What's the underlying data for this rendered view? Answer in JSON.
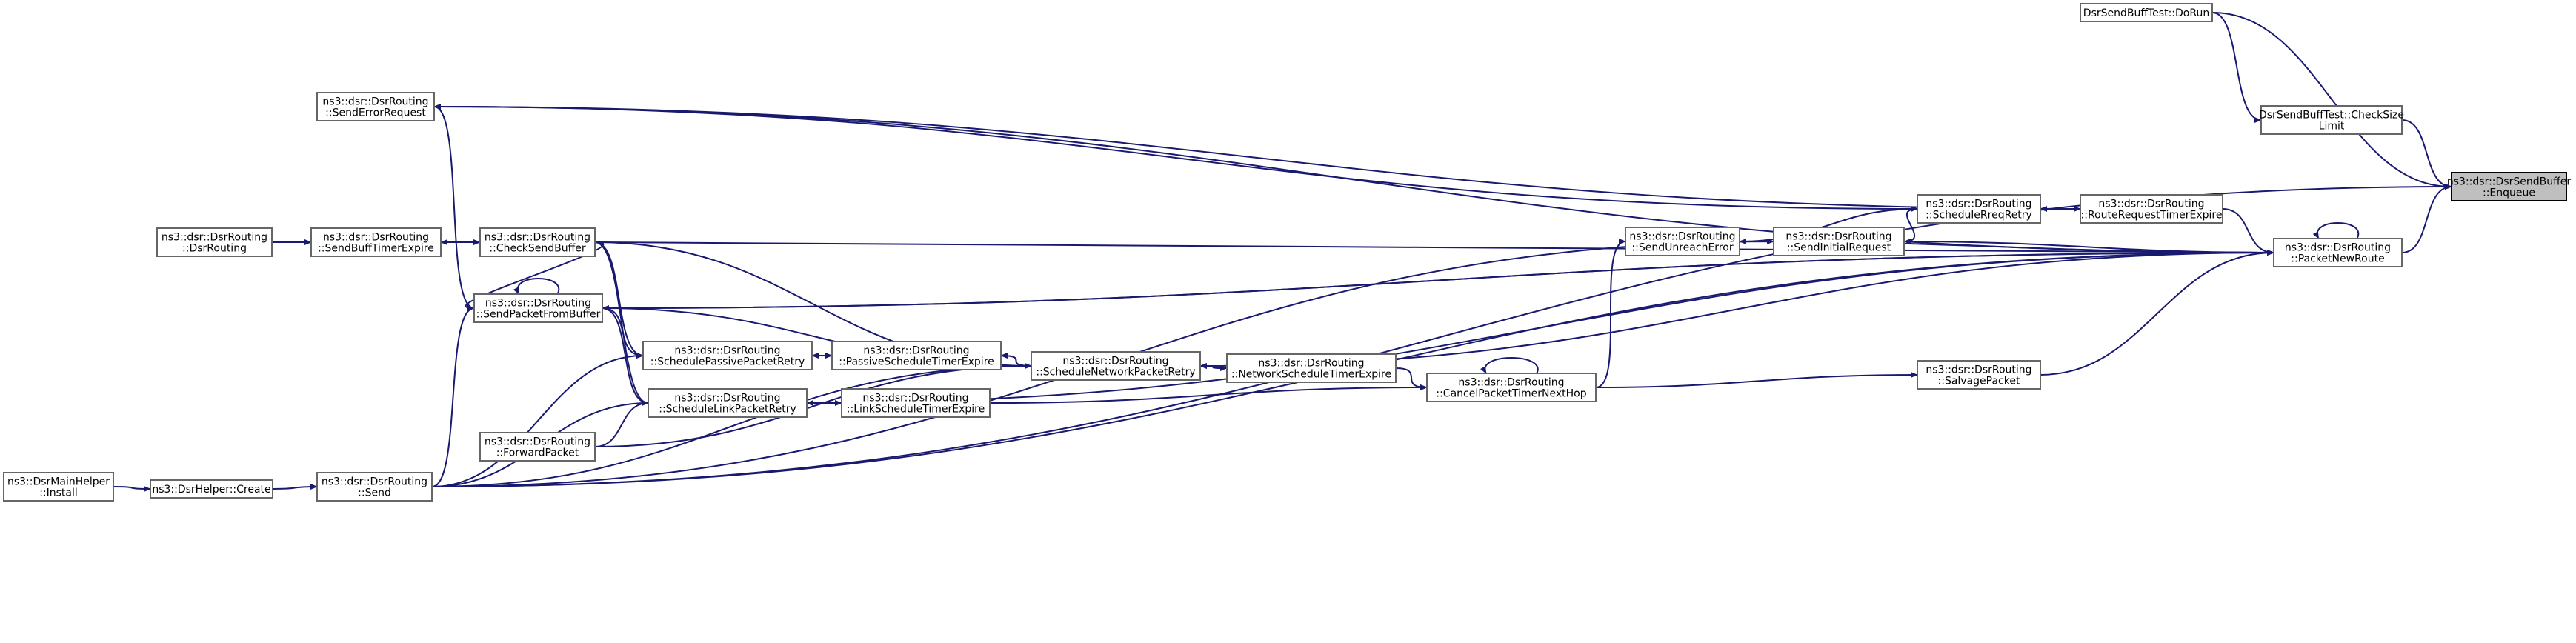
{
  "diagram": {
    "kind": "doxygen caller graph",
    "edge_color": "#191970",
    "node_border_color": "#666666",
    "highlight_fill": "#bfbfbf",
    "nodes": [
      {
        "id": "enqueue",
        "lines": [
          "ns3::dsr::DsrSendBuffer",
          "::Enqueue"
        ],
        "current": true
      },
      {
        "id": "doRun",
        "lines": [
          "DsrSendBuffTest::DoRun"
        ]
      },
      {
        "id": "checkSizeLimit",
        "lines": [
          "DsrSendBuffTest::CheckSize",
          "Limit"
        ]
      },
      {
        "id": "packetNewRoute",
        "lines": [
          "ns3::dsr::DsrRouting",
          "::PacketNewRoute"
        ]
      },
      {
        "id": "routeRequestTimerExpire",
        "lines": [
          "ns3::dsr::DsrRouting",
          "::RouteRequestTimerExpire"
        ]
      },
      {
        "id": "scheduleRreqRetry",
        "lines": [
          "ns3::dsr::DsrRouting",
          "::ScheduleRreqRetry"
        ]
      },
      {
        "id": "sendInitialRequest",
        "lines": [
          "ns3::dsr::DsrRouting",
          "::SendInitialRequest"
        ]
      },
      {
        "id": "sendUnreachError",
        "lines": [
          "ns3::dsr::DsrRouting",
          "::SendUnreachError"
        ]
      },
      {
        "id": "salvagePacket",
        "lines": [
          "ns3::dsr::DsrRouting",
          "::SalvagePacket"
        ]
      },
      {
        "id": "cancelPacketTimerNextHop",
        "lines": [
          "ns3::dsr::DsrRouting",
          "::CancelPacketTimerNextHop"
        ]
      },
      {
        "id": "networkScheduleTimerExpire",
        "lines": [
          "ns3::dsr::DsrRouting",
          "::NetworkScheduleTimerExpire"
        ]
      },
      {
        "id": "scheduleNetworkPacketRetry",
        "lines": [
          "ns3::dsr::DsrRouting",
          "::ScheduleNetworkPacketRetry"
        ]
      },
      {
        "id": "passiveScheduleTimerExpire",
        "lines": [
          "ns3::dsr::DsrRouting",
          "::PassiveScheduleTimerExpire"
        ]
      },
      {
        "id": "linkScheduleTimerExpire",
        "lines": [
          "ns3::dsr::DsrRouting",
          "::LinkScheduleTimerExpire"
        ]
      },
      {
        "id": "schedulePassivePacketRetry",
        "lines": [
          "ns3::dsr::DsrRouting",
          "::SchedulePassivePacketRetry"
        ]
      },
      {
        "id": "scheduleLinkPacketRetry",
        "lines": [
          "ns3::dsr::DsrRouting",
          "::ScheduleLinkPacketRetry"
        ]
      },
      {
        "id": "sendErrorRequest",
        "lines": [
          "ns3::dsr::DsrRouting",
          "::SendErrorRequest"
        ]
      },
      {
        "id": "checkSendBuffer",
        "lines": [
          "ns3::dsr::DsrRouting",
          "::CheckSendBuffer"
        ]
      },
      {
        "id": "sendPacketFromBuffer",
        "lines": [
          "ns3::dsr::DsrRouting",
          "::SendPacketFromBuffer"
        ]
      },
      {
        "id": "forwardPacket",
        "lines": [
          "ns3::dsr::DsrRouting",
          "::ForwardPacket"
        ]
      },
      {
        "id": "send",
        "lines": [
          "ns3::dsr::DsrRouting",
          "::Send"
        ]
      },
      {
        "id": "sendBuffTimerExpire",
        "lines": [
          "ns3::dsr::DsrRouting",
          "::SendBuffTimerExpire"
        ]
      },
      {
        "id": "dsrRouting",
        "lines": [
          "ns3::dsr::DsrRouting",
          "::DsrRouting"
        ]
      },
      {
        "id": "dsrHelperCreate",
        "lines": [
          "ns3::DsrHelper::Create"
        ]
      },
      {
        "id": "dsrMainHelperInstall",
        "lines": [
          "ns3::DsrMainHelper",
          "::Install"
        ]
      }
    ],
    "edges": [
      {
        "from": "doRun",
        "to": "enqueue"
      },
      {
        "from": "doRun",
        "to": "checkSizeLimit"
      },
      {
        "from": "checkSizeLimit",
        "to": "enqueue"
      },
      {
        "from": "packetNewRoute",
        "to": "enqueue"
      },
      {
        "from": "send",
        "to": "enqueue"
      },
      {
        "from": "packetNewRoute",
        "to": "packetNewRoute"
      },
      {
        "from": "routeRequestTimerExpire",
        "to": "packetNewRoute"
      },
      {
        "from": "routeRequestTimerExpire",
        "to": "scheduleRreqRetry"
      },
      {
        "from": "routeRequestTimerExpire",
        "to": "sendErrorRequest"
      },
      {
        "from": "scheduleRreqRetry",
        "to": "routeRequestTimerExpire"
      },
      {
        "from": "sendInitialRequest",
        "to": "scheduleRreqRetry"
      },
      {
        "from": "sendUnreachError",
        "to": "scheduleRreqRetry"
      },
      {
        "from": "scheduleRreqRetry",
        "to": "sendErrorRequest"
      },
      {
        "from": "packetNewRoute",
        "to": "sendInitialRequest"
      },
      {
        "from": "sendInitialRequest",
        "to": "sendUnreachError"
      },
      {
        "from": "sendUnreachError",
        "to": "packetNewRoute"
      },
      {
        "from": "checkSendBuffer",
        "to": "packetNewRoute"
      },
      {
        "from": "sendErrorRequest",
        "to": "packetNewRoute"
      },
      {
        "from": "salvagePacket",
        "to": "packetNewRoute"
      },
      {
        "from": "cancelPacketTimerNextHop",
        "to": "salvagePacket"
      },
      {
        "from": "cancelPacketTimerNextHop",
        "to": "sendUnreachError"
      },
      {
        "from": "cancelPacketTimerNextHop",
        "to": "cancelPacketTimerNextHop"
      },
      {
        "from": "networkScheduleTimerExpire",
        "to": "cancelPacketTimerNextHop"
      },
      {
        "from": "linkScheduleTimerExpire",
        "to": "cancelPacketTimerNextHop"
      },
      {
        "from": "networkScheduleTimerExpire",
        "to": "scheduleNetworkPacketRetry"
      },
      {
        "from": "scheduleNetworkPacketRetry",
        "to": "networkScheduleTimerExpire"
      },
      {
        "from": "packetNewRoute",
        "to": "scheduleNetworkPacketRetry"
      },
      {
        "from": "passiveScheduleTimerExpire",
        "to": "scheduleNetworkPacketRetry"
      },
      {
        "from": "scheduleNetworkPacketRetry",
        "to": "passiveScheduleTimerExpire"
      },
      {
        "from": "passiveScheduleTimerExpire",
        "to": "schedulePassivePacketRetry"
      },
      {
        "from": "schedulePassivePacketRetry",
        "to": "passiveScheduleTimerExpire"
      },
      {
        "from": "linkScheduleTimerExpire",
        "to": "scheduleLinkPacketRetry"
      },
      {
        "from": "scheduleLinkPacketRetry",
        "to": "linkScheduleTimerExpire"
      },
      {
        "from": "checkSendBuffer",
        "to": "scheduleNetworkPacketRetry"
      },
      {
        "from": "sendPacketFromBuffer",
        "to": "scheduleNetworkPacketRetry"
      },
      {
        "from": "forwardPacket",
        "to": "scheduleNetworkPacketRetry"
      },
      {
        "from": "send",
        "to": "scheduleNetworkPacketRetry"
      },
      {
        "from": "packetNewRoute",
        "to": "sendPacketFromBuffer"
      },
      {
        "from": "sendPacketFromBuffer",
        "to": "sendPacketFromBuffer"
      },
      {
        "from": "sendPacketFromBuffer",
        "to": "schedulePassivePacketRetry"
      },
      {
        "from": "sendPacketFromBuffer",
        "to": "scheduleLinkPacketRetry"
      },
      {
        "from": "checkSendBuffer",
        "to": "schedulePassivePacketRetry"
      },
      {
        "from": "checkSendBuffer",
        "to": "scheduleLinkPacketRetry"
      },
      {
        "from": "send",
        "to": "schedulePassivePacketRetry"
      },
      {
        "from": "send",
        "to": "scheduleLinkPacketRetry"
      },
      {
        "from": "forwardPacket",
        "to": "scheduleLinkPacketRetry"
      },
      {
        "from": "packetNewRoute",
        "to": "scheduleLinkPacketRetry"
      },
      {
        "from": "checkSendBuffer",
        "to": "sendPacketFromBuffer"
      },
      {
        "from": "sendErrorRequest",
        "to": "sendPacketFromBuffer"
      },
      {
        "from": "send",
        "to": "sendPacketFromBuffer"
      },
      {
        "from": "sendPacketFromBuffer",
        "to": "packetNewRoute"
      },
      {
        "from": "checkSendBuffer",
        "to": "sendBuffTimerExpire"
      },
      {
        "from": "sendBuffTimerExpire",
        "to": "checkSendBuffer"
      },
      {
        "from": "dsrRouting",
        "to": "sendBuffTimerExpire"
      },
      {
        "from": "send",
        "to": "packetNewRoute"
      },
      {
        "from": "send",
        "to": "sendInitialRequest"
      },
      {
        "from": "dsrHelperCreate",
        "to": "send"
      },
      {
        "from": "dsrMainHelperInstall",
        "to": "dsrHelperCreate"
      }
    ]
  }
}
